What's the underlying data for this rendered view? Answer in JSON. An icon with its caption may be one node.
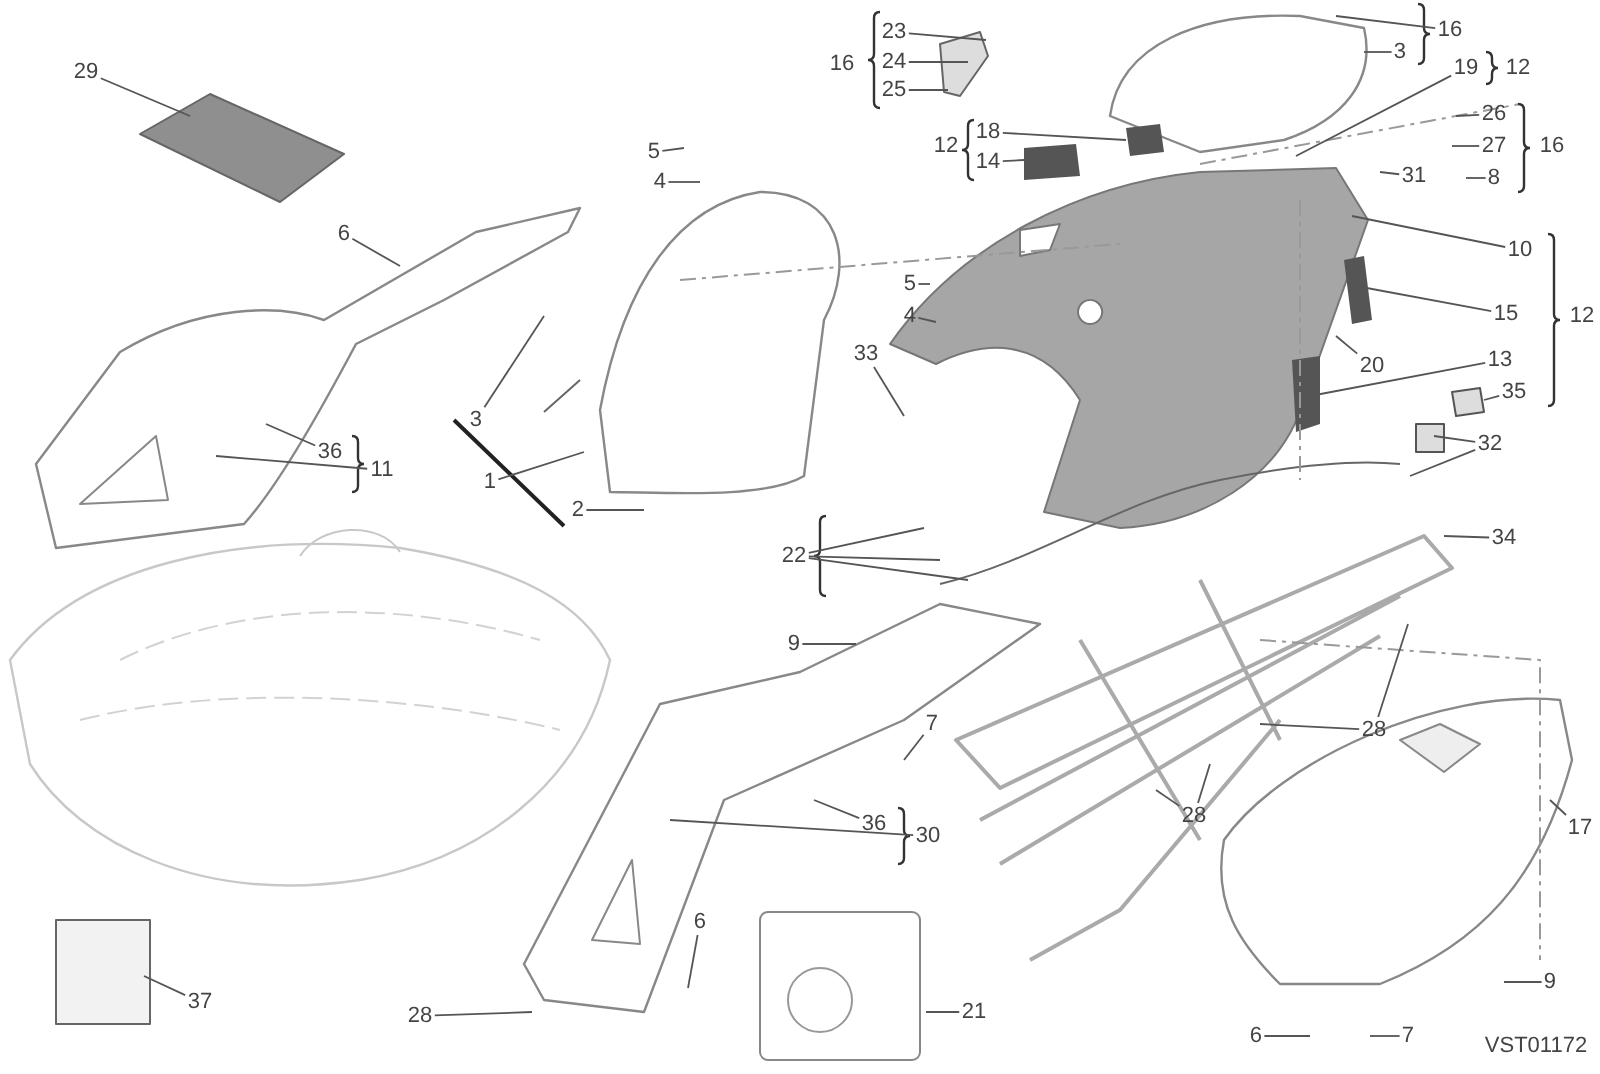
{
  "diagram": {
    "nodes": [
      {
        "text": [
          "29"
        ]
      },
      {
        "text": [
          "6"
        ]
      },
      {
        "text": [
          "5"
        ]
      },
      {
        "text": [
          "4"
        ]
      },
      {
        "text": [
          "3"
        ]
      },
      {
        "text": [
          "1"
        ]
      },
      {
        "text": [
          "2"
        ]
      },
      {
        "text": [
          "36"
        ]
      },
      {
        "text": [
          "11"
        ]
      },
      {
        "text": [
          "23"
        ]
      },
      {
        "text": [
          "24"
        ]
      },
      {
        "text": [
          "25"
        ]
      },
      {
        "text": [
          "18"
        ]
      },
      {
        "text": [
          "14"
        ]
      },
      {
        "text": [
          "16"
        ]
      },
      {
        "text": [
          "3"
        ]
      },
      {
        "text": [
          "19"
        ]
      },
      {
        "text": [
          "26"
        ]
      },
      {
        "text": [
          "27"
        ]
      },
      {
        "text": [
          "8"
        ]
      },
      {
        "text": [
          "31"
        ]
      },
      {
        "text": [
          "5"
        ]
      },
      {
        "text": [
          "4"
        ]
      },
      {
        "text": [
          "10"
        ]
      },
      {
        "text": [
          "15"
        ]
      },
      {
        "text": [
          "33"
        ]
      },
      {
        "text": [
          "20"
        ]
      },
      {
        "text": [
          "13"
        ]
      },
      {
        "text": [
          "35"
        ]
      },
      {
        "text": [
          "32"
        ]
      },
      {
        "text": [
          "22"
        ]
      },
      {
        "text": [
          "34"
        ]
      },
      {
        "text": [
          "9"
        ]
      },
      {
        "text": [
          "28"
        ]
      },
      {
        "text": [
          "7"
        ]
      },
      {
        "text": [
          "36"
        ]
      },
      {
        "text": [
          "30"
        ]
      },
      {
        "text": [
          "28"
        ]
      },
      {
        "text": [
          "17"
        ]
      },
      {
        "text": [
          "37"
        ]
      },
      {
        "text": [
          "28"
        ]
      },
      {
        "text": [
          "6"
        ]
      },
      {
        "text": [
          "21"
        ]
      },
      {
        "text": [
          "9"
        ]
      },
      {
        "text": [
          "6"
        ]
      },
      {
        "text": [
          "7"
        ]
      }
    ],
    "edges": [
      {
        "from": 0,
        "to": null,
        "arrow": "none"
      },
      {
        "from": 1,
        "to": null,
        "arrow": "none"
      },
      {
        "from": 2,
        "to": null,
        "arrow": "none"
      },
      {
        "from": 3,
        "to": null,
        "arrow": "none"
      },
      {
        "from": 4,
        "to": null,
        "arrow": "none"
      },
      {
        "from": 5,
        "to": null,
        "arrow": "none"
      },
      {
        "from": 6,
        "to": null,
        "arrow": "none"
      },
      {
        "from": 7,
        "to": null,
        "arrow": "none"
      },
      {
        "from": 8,
        "to": null,
        "arrow": "none"
      },
      {
        "from": 9,
        "to": null,
        "arrow": "none"
      },
      {
        "from": 10,
        "to": null,
        "arrow": "none"
      },
      {
        "from": 11,
        "to": null,
        "arrow": "none"
      },
      {
        "from": 12,
        "to": null,
        "arrow": "none"
      },
      {
        "from": 13,
        "to": null,
        "arrow": "none"
      },
      {
        "from": 14,
        "to": null,
        "arrow": "none"
      },
      {
        "from": 15,
        "to": null,
        "arrow": "none"
      },
      {
        "from": 16,
        "to": null,
        "arrow": "none"
      },
      {
        "from": 17,
        "to": null,
        "arrow": "none"
      },
      {
        "from": 18,
        "to": null,
        "arrow": "none"
      },
      {
        "from": 19,
        "to": null,
        "arrow": "none"
      },
      {
        "from": 20,
        "to": null,
        "arrow": "none"
      },
      {
        "from": 21,
        "to": null,
        "arrow": "none"
      },
      {
        "from": 22,
        "to": null,
        "arrow": "none"
      },
      {
        "from": 23,
        "to": null,
        "arrow": "none"
      },
      {
        "from": 24,
        "to": null,
        "arrow": "none"
      },
      {
        "from": 25,
        "to": null,
        "arrow": "none"
      },
      {
        "from": 26,
        "to": null,
        "arrow": "none"
      },
      {
        "from": 27,
        "to": null,
        "arrow": "none"
      },
      {
        "from": 28,
        "to": null,
        "arrow": "none"
      },
      {
        "from": 29,
        "to": null,
        "arrow": "none"
      },
      {
        "from": 29,
        "to": null,
        "arrow": "none"
      },
      {
        "from": 30,
        "to": null,
        "arrow": "none"
      },
      {
        "from": 30,
        "to": null,
        "arrow": "none"
      },
      {
        "from": 30,
        "to": null,
        "arrow": "none"
      },
      {
        "from": 31,
        "to": null,
        "arrow": "none"
      },
      {
        "from": 32,
        "to": null,
        "arrow": "none"
      },
      {
        "from": 33,
        "to": null,
        "arrow": "none"
      },
      {
        "from": 33,
        "to": null,
        "arrow": "none"
      },
      {
        "from": 34,
        "to": null,
        "arrow": "none"
      },
      {
        "from": 35,
        "to": null,
        "arrow": "none"
      },
      {
        "from": 36,
        "to": null,
        "arrow": "none"
      },
      {
        "from": 37,
        "to": null,
        "arrow": "none"
      },
      {
        "from": 37,
        "to": null,
        "arrow": "none"
      },
      {
        "from": 38,
        "to": null,
        "arrow": "none"
      },
      {
        "from": 39,
        "to": null,
        "arrow": "none"
      },
      {
        "from": 40,
        "to": null,
        "arrow": "none"
      },
      {
        "from": 41,
        "to": null,
        "arrow": "none"
      },
      {
        "from": 42,
        "to": null,
        "arrow": "none"
      },
      {
        "from": 43,
        "to": null,
        "arrow": "none"
      },
      {
        "from": 44,
        "to": null,
        "arrow": "none"
      },
      {
        "from": 45,
        "to": null,
        "arrow": "none"
      }
    ],
    "labels": [
      "16",
      "12",
      "12",
      "16",
      "12",
      "VST01172"
    ]
  }
}
